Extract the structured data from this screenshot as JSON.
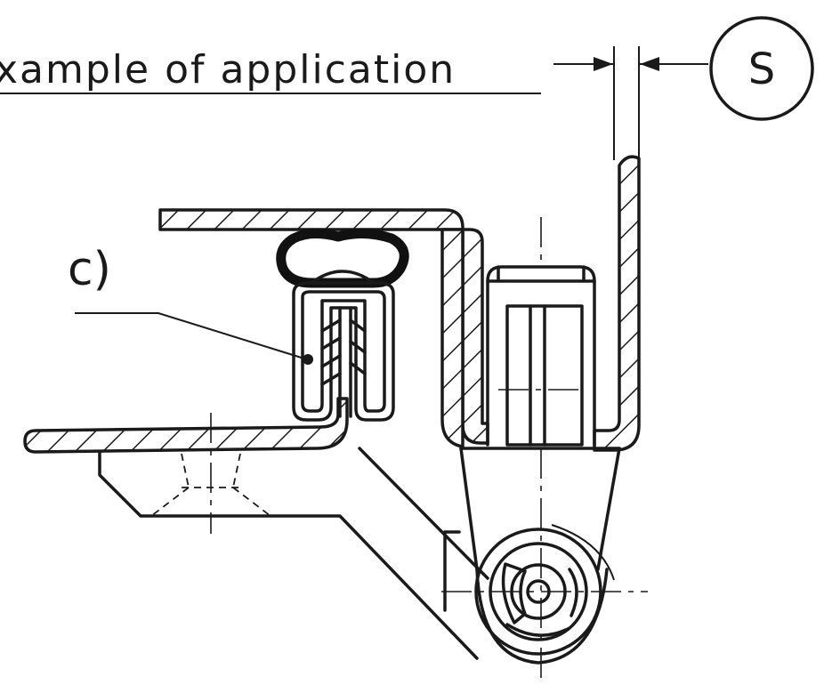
{
  "drawing": {
    "title": "xample of application",
    "callout_label": "c)",
    "detail_marker": "S"
  }
}
